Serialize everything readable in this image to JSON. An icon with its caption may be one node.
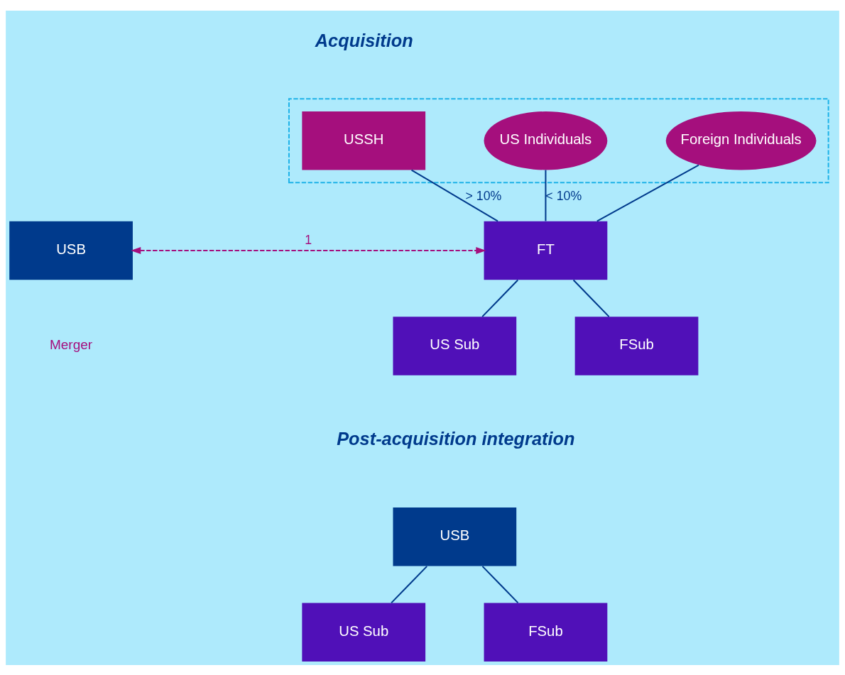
{
  "diagram": {
    "nodes": [
      {
        "text": [],
        "shape": "box"
      },
      {
        "text": [
          "USSH"
        ],
        "in": 0
      },
      {
        "text": [
          "US Individuals"
        ],
        "in": 0
      },
      {
        "text": [
          "Foreign Individuals"
        ],
        "in": 0
      },
      {
        "text": [
          "USB"
        ]
      },
      {
        "text": [
          "FT"
        ]
      },
      {
        "text": [
          "US Sub"
        ]
      },
      {
        "text": [
          "FSub"
        ]
      },
      {
        "text": [
          "USB"
        ]
      },
      {
        "text": [
          "US Sub"
        ]
      },
      {
        "text": [
          "FSub"
        ]
      }
    ],
    "edges": [
      {
        "from": 1,
        "to": 5,
        "arrow": "none",
        "label": "> 10%"
      },
      {
        "from": 2,
        "to": 5,
        "arrow": "none",
        "label": "< 10%"
      },
      {
        "from": 3,
        "to": 5,
        "arrow": "none"
      },
      {
        "from": 4,
        "to": 5,
        "arrow": "both",
        "label": "1",
        "style": "dashed",
        "color": "#a50f7d"
      },
      {
        "from": 5,
        "to": 6,
        "arrow": "none"
      },
      {
        "from": 5,
        "to": 7,
        "arrow": "none"
      },
      {
        "from": 8,
        "to": 9,
        "arrow": "none"
      },
      {
        "from": 8,
        "to": 10,
        "arrow": "none"
      }
    ],
    "labels": [
      "Acquisition",
      "Merger",
      "Post-acquisition integration"
    ]
  }
}
